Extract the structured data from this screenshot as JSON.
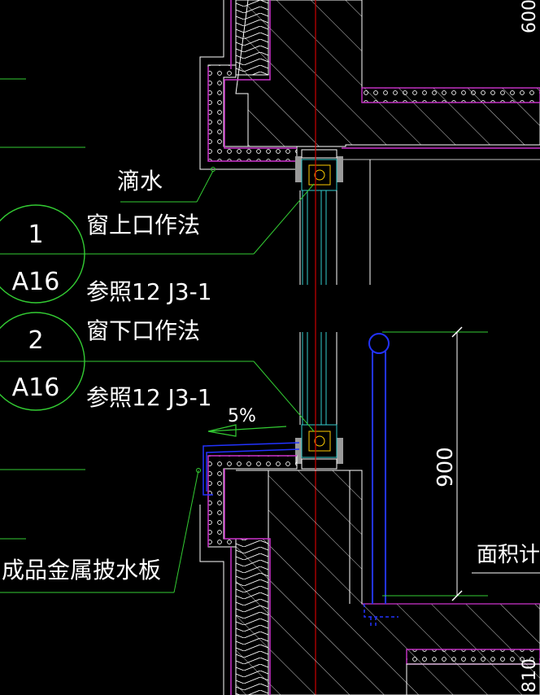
{
  "colors": {
    "background": "#000000",
    "wall_outline": "#ffffff",
    "insulation": "#cc33cc",
    "leader": "#33cc33",
    "axis": "#cc0000",
    "glass": "#33cccc",
    "rail": "#2233ff",
    "frame": "#9a9a9a"
  },
  "labels": {
    "drip": "滴水",
    "head_title": "窗上口作法",
    "head_ref": "参照12 J3-1",
    "sill_title": "窗下口作法",
    "sill_ref": "参照12 J3-1",
    "slope": "5%",
    "flashing": "成品金属披水板",
    "dim_900": "900",
    "area_note": "面积计",
    "top_right_dim": "600",
    "bottom_right_dim": "810"
  },
  "callouts": [
    {
      "number": "1",
      "sheet": "A16"
    },
    {
      "number": "2",
      "sheet": "A16"
    }
  ],
  "icons": {
    "callout_symbol": "detail-callout-circle-icon",
    "slope_arrow": "slope-arrow-icon",
    "section_hatch": "concrete-hatch-pattern"
  }
}
